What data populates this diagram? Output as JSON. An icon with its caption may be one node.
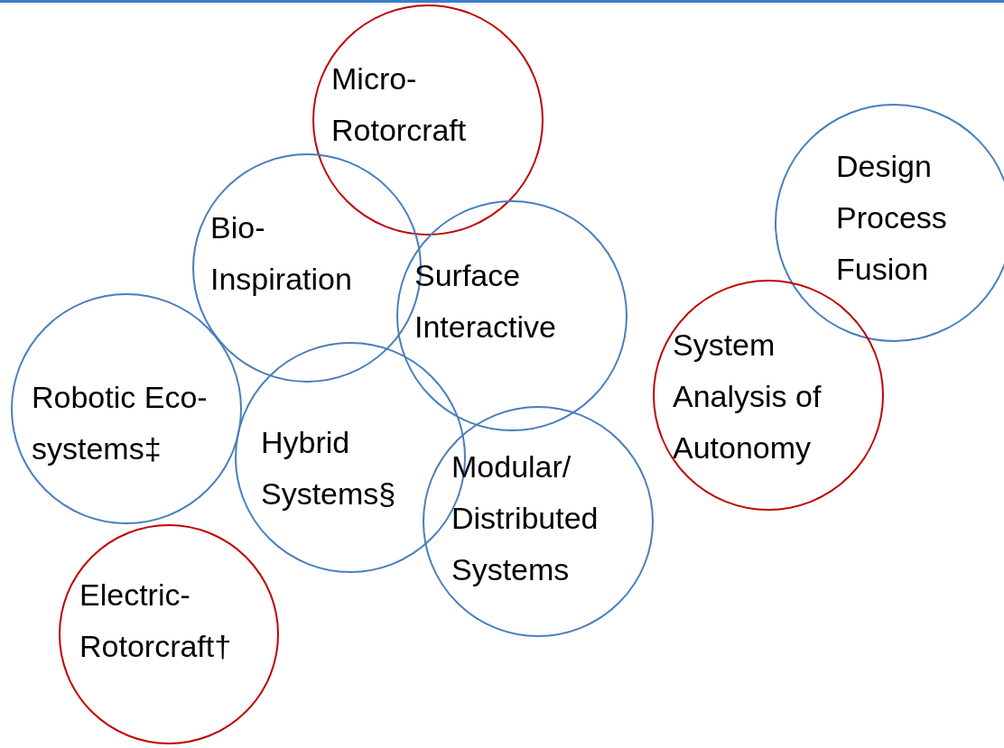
{
  "diagram": {
    "nodes": [
      {
        "text": [
          "Micro- Rotorcraft"
        ]
      },
      {
        "text": [
          "Bio- Inspiration"
        ]
      },
      {
        "text": [
          "Surface Interactive"
        ]
      },
      {
        "text": [
          "Design Process Fusion"
        ]
      },
      {
        "text": [
          "System Analysis of Autonomy"
        ]
      },
      {
        "text": [
          "Robotic Eco- systems‡"
        ]
      },
      {
        "text": [
          "Hybrid Systems§"
        ]
      },
      {
        "text": [
          "Modular/ Distributed Systems"
        ]
      },
      {
        "text": [
          "Electric- Rotorcraft†"
        ]
      }
    ]
  }
}
